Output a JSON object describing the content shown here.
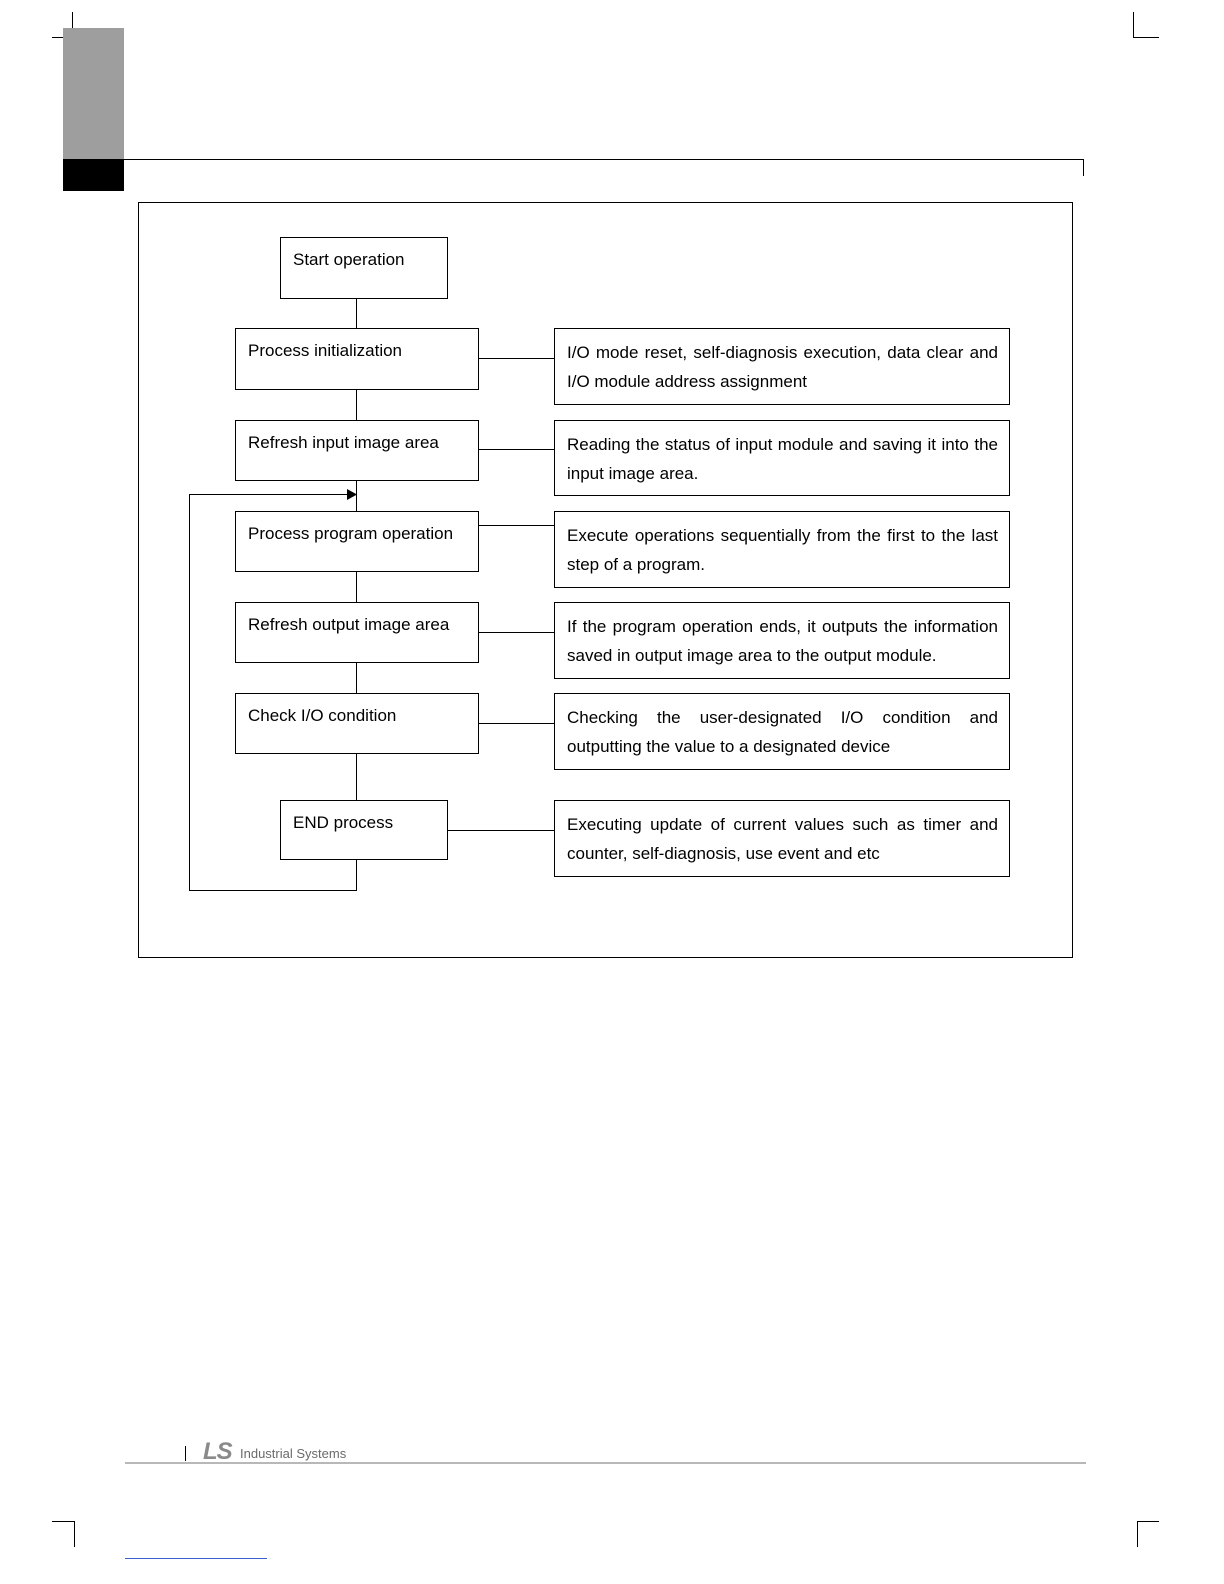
{
  "flowchart": {
    "steps": [
      {
        "label": "Start operation"
      },
      {
        "label": "Process initialization",
        "description": "I/O mode reset, self-diagnosis execution, data clear and I/O module address assignment"
      },
      {
        "label": "Refresh input image area",
        "description": "Reading the status of input module and saving it into the input image area."
      },
      {
        "label": "Process program operation",
        "description": "Execute operations sequentially from the first to the last step of a program."
      },
      {
        "label": "Refresh output image area",
        "description": "If the program operation ends, it outputs the information saved in output image area to the output module."
      },
      {
        "label": "Check I/O condition",
        "description": "Checking the user-designated I/O condition and outputting the value to a designated device"
      },
      {
        "label": "END process",
        "description": "Executing update of current values such as timer and counter, self-diagnosis, use event and etc"
      }
    ]
  },
  "footer": {
    "logo": "LS",
    "company": "Industrial Systems"
  }
}
